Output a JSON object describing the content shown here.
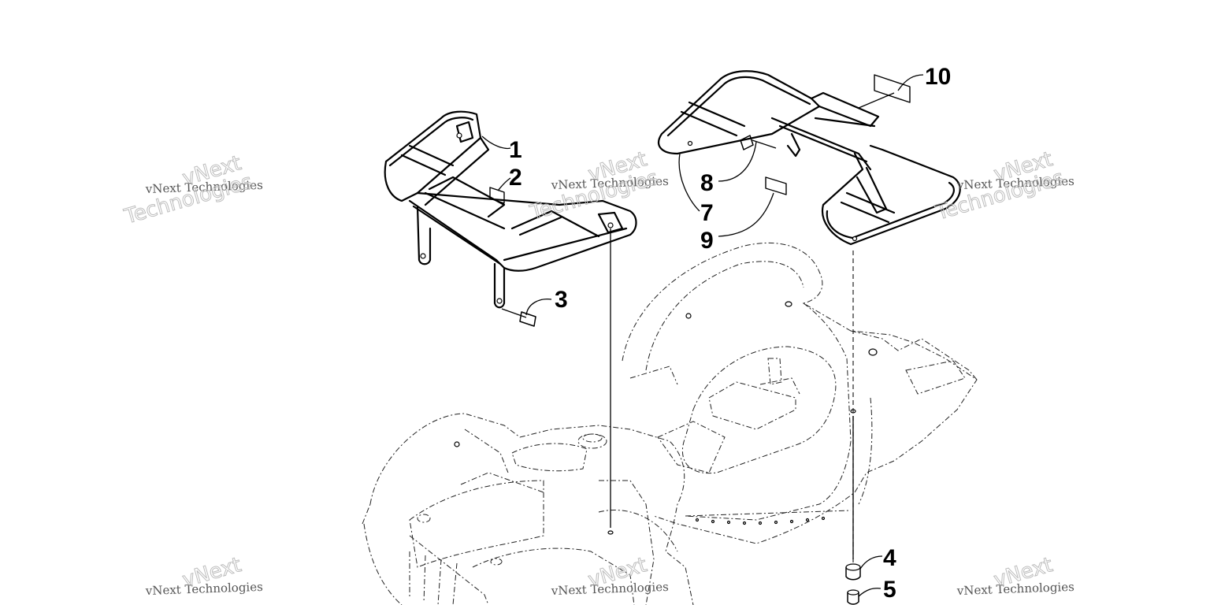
{
  "diagram": {
    "callouts": {
      "c1": "1",
      "c2": "2",
      "c3": "3",
      "c4": "4",
      "c5": "5",
      "c7": "7",
      "c8": "8",
      "c9": "9",
      "c10": "10"
    },
    "watermark": {
      "line1": "vNext Technologies",
      "outline_top": "vNext",
      "outline_bottom": "Technologies"
    }
  }
}
